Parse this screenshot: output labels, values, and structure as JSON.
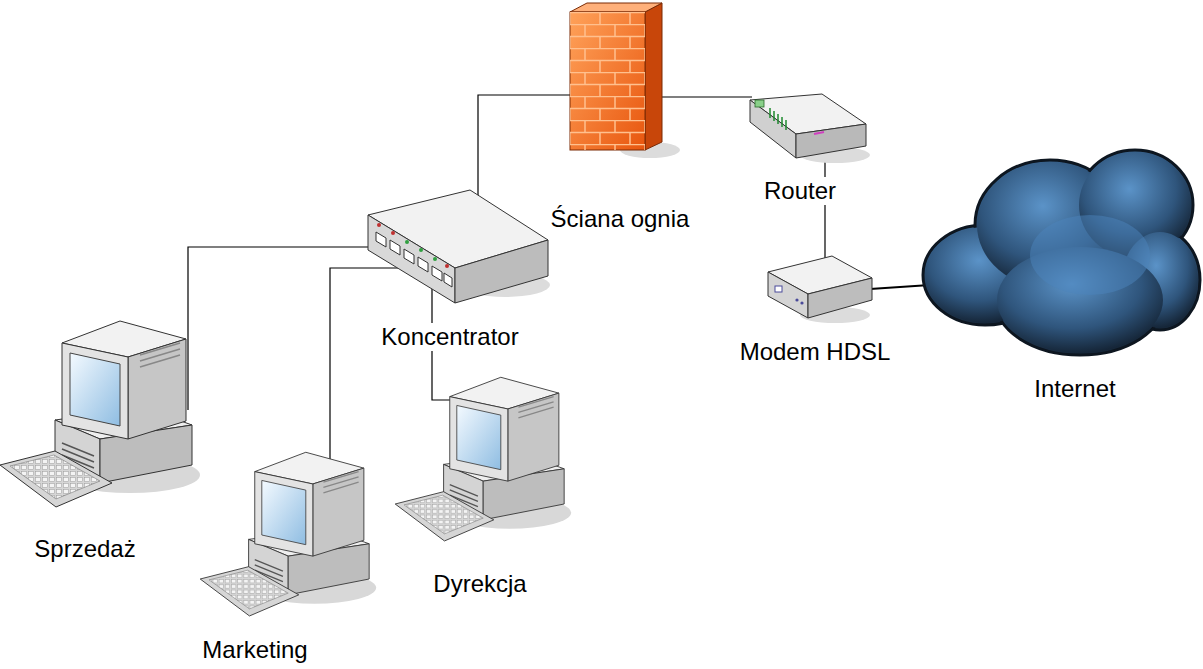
{
  "diagram": {
    "nodes": [
      {
        "text": [
          "Ściana ognia"
        ]
      },
      {
        "text": [
          "Router"
        ]
      },
      {
        "text": [
          "Koncentrator"
        ]
      },
      {
        "text": [
          "Modem HDSL"
        ]
      },
      {
        "text": [
          "Internet"
        ]
      },
      {
        "text": [
          "Sprzedaż"
        ]
      },
      {
        "text": [
          "Dyrekcja"
        ]
      },
      {
        "text": [
          "Marketing"
        ]
      }
    ],
    "edges": [
      {
        "from": 2,
        "to": 0,
        "arrow": "none"
      },
      {
        "from": 0,
        "to": 1,
        "arrow": "none"
      },
      {
        "from": 1,
        "to": 3,
        "arrow": "none"
      },
      {
        "from": 3,
        "to": 4,
        "arrow": "none"
      },
      {
        "from": 2,
        "to": 5,
        "arrow": "none"
      },
      {
        "from": 2,
        "to": 7,
        "arrow": "none"
      },
      {
        "from": 2,
        "to": 6,
        "arrow": "none"
      }
    ]
  }
}
